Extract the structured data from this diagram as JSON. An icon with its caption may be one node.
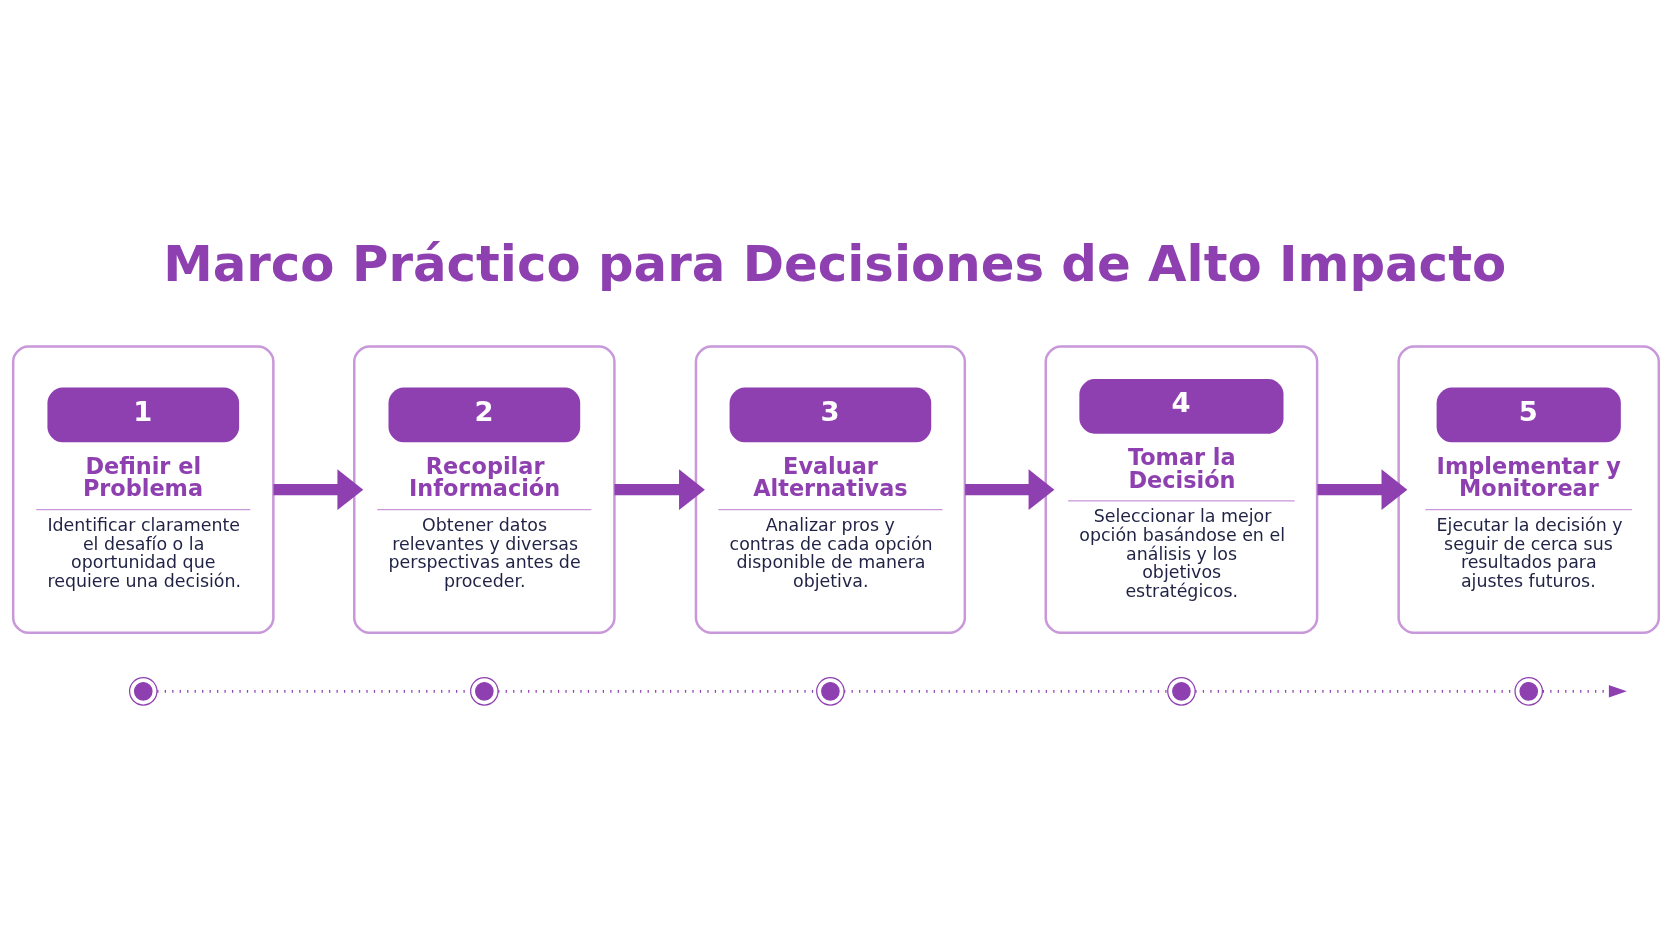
{
  "diagram": {
    "title": "Marco Práctico para Decisiones de Alto Impacto",
    "nodes": [
      {
        "text": [
          "1",
          "Definir el Problema",
          "Identificar claramente el desafío o la oportunidad que requiere una decisión."
        ]
      },
      {
        "text": [
          "2",
          "Recopilar Información",
          "Obtener datos relevantes y diversas perspectivas antes de proceder."
        ]
      },
      {
        "text": [
          "3",
          "Evaluar Alternativas",
          "Analizar pros y contras de cada opción disponible de manera objetiva."
        ]
      },
      {
        "text": [
          "4",
          "Tomar la Decisión",
          "Seleccionar la mejor opción basándose en el análisis y los objetivos estratégicos."
        ]
      },
      {
        "text": [
          "5",
          "Implementar y Monitorear",
          "Ejecutar la decisión y seguir de cerca sus resultados para ajustes futuros."
        ]
      },
      {
        "text": [],
        "shape": "circle"
      },
      {
        "text": [],
        "shape": "circle"
      },
      {
        "text": [],
        "shape": "circle"
      },
      {
        "text": [],
        "shape": "circle"
      },
      {
        "text": [],
        "shape": "circle"
      }
    ],
    "edges": [
      {
        "from": 0,
        "to": 1,
        "arrow": "to",
        "style": "thick"
      },
      {
        "from": 1,
        "to": 2,
        "arrow": "to",
        "style": "thick"
      },
      {
        "from": 2,
        "to": 3,
        "arrow": "to",
        "style": "thick"
      },
      {
        "from": 3,
        "to": 4,
        "arrow": "to",
        "style": "thick"
      },
      {
        "from": 5,
        "to": 6,
        "arrow": "none",
        "style": "dashed"
      },
      {
        "from": 6,
        "to": 7,
        "arrow": "none",
        "style": "dashed"
      },
      {
        "from": 7,
        "to": 8,
        "arrow": "none",
        "style": "dashed"
      },
      {
        "from": 8,
        "to": 9,
        "arrow": "none",
        "style": "dashed"
      },
      {
        "from": 9,
        "to": null,
        "arrow": "to",
        "style": "dashed"
      }
    ]
  }
}
